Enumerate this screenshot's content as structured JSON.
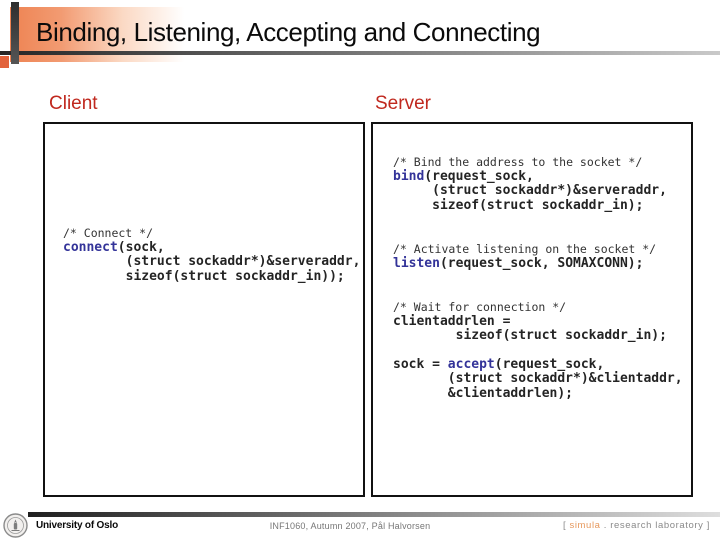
{
  "slide": {
    "title": "Binding, Listening, Accepting and Connecting"
  },
  "panels": [
    {
      "id": "client",
      "label": "Client",
      "blocks": [
        {
          "comment": "/* Connect */",
          "code_lines": [
            [
              {
                "t": "connect",
                "kw": true
              },
              {
                "t": "(sock,"
              }
            ],
            [
              {
                "t": "        (struct sockaddr*)&serveraddr,"
              }
            ],
            [
              {
                "t": "        sizeof(struct sockaddr_in));"
              }
            ]
          ]
        }
      ]
    },
    {
      "id": "server",
      "label": "Server",
      "blocks": [
        {
          "comment": "/* Bind the address to the socket */",
          "code_lines": [
            [
              {
                "t": "bind",
                "kw": true
              },
              {
                "t": "(request_sock,"
              }
            ],
            [
              {
                "t": "     (struct sockaddr*)&serveraddr,"
              }
            ],
            [
              {
                "t": "     sizeof(struct sockaddr_in);"
              }
            ]
          ]
        },
        {
          "comment": "/* Activate listening on the socket */",
          "code_lines": [
            [
              {
                "t": "listen",
                "kw": true
              },
              {
                "t": "(request_sock, SOMAXCONN);"
              }
            ]
          ]
        },
        {
          "comment": "/* Wait for connection */",
          "code_lines": [
            [
              {
                "t": "clientaddrlen ="
              }
            ],
            [
              {
                "t": "        sizeof(struct sockaddr_in);"
              }
            ]
          ]
        },
        {
          "comment": null,
          "code_lines": [
            [
              {
                "t": "sock = "
              },
              {
                "t": "accept",
                "kw": true
              },
              {
                "t": "(request_sock,"
              }
            ],
            [
              {
                "t": "       (struct sockaddr*)&clientaddr,"
              }
            ],
            [
              {
                "t": "       &clientaddrlen);"
              }
            ]
          ]
        }
      ]
    }
  ],
  "footer": {
    "university": "University of Oslo",
    "course_info": "INF1060, Autumn 2007, Pål Halvorsen",
    "lab": {
      "open": "[ ",
      "name": "simula",
      "sep": " . ",
      "rest": "research laboratory",
      "close": " ]"
    }
  },
  "colors": {
    "accent_orange": "#ee8352",
    "label_red": "#c0281e",
    "keyword_navy": "#333399",
    "simula_orange": "#e6985c"
  },
  "icons": {
    "uio_seal": "university-of-oslo-seal-icon"
  }
}
